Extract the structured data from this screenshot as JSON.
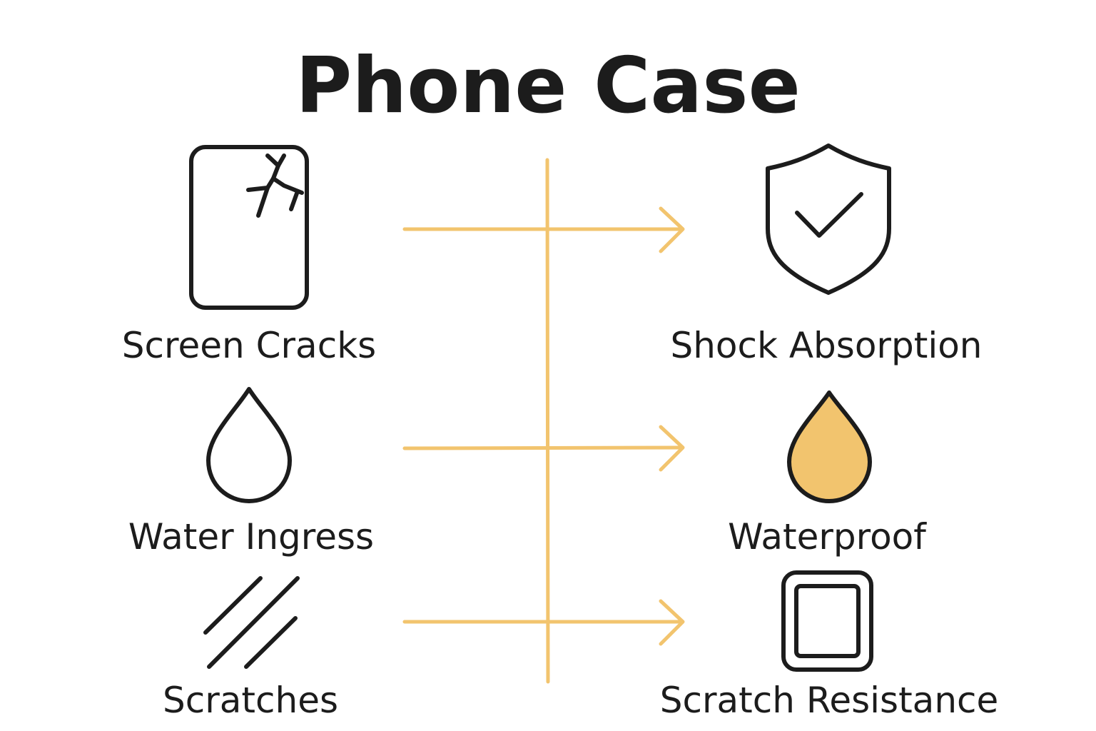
{
  "title": "Phone Case",
  "colors": {
    "ink": "#1c1c1c",
    "accent": "#f2c46e"
  },
  "problems": [
    {
      "label": "Screen Cracks",
      "icon": "cracked-phone-icon"
    },
    {
      "label": "Water Ingress",
      "icon": "water-drop-outline-icon"
    },
    {
      "label": "Scratches",
      "icon": "scratch-lines-icon"
    }
  ],
  "solutions": [
    {
      "label": "Shock Absorption",
      "icon": "shield-check-icon"
    },
    {
      "label": "Waterproof",
      "icon": "water-drop-filled-icon"
    },
    {
      "label": "Scratch Resistance",
      "icon": "protected-screen-icon"
    }
  ]
}
